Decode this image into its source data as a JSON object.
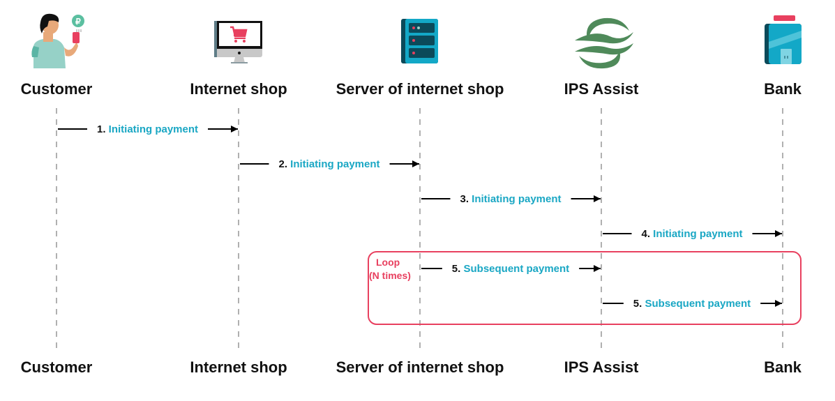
{
  "colors": {
    "lifeline": "#b0b0b0",
    "arrow": "#000000",
    "message_text": "#1aa7c4",
    "loop": "#e8405f",
    "label": "#111111"
  },
  "actors": [
    {
      "id": "customer",
      "label": "Customer",
      "icon": "customer-icon"
    },
    {
      "id": "internet-shop",
      "label": "Internet shop",
      "icon": "computer-cart-icon"
    },
    {
      "id": "server",
      "label": "Server of internet shop",
      "icon": "server-icon"
    },
    {
      "id": "ips-assist",
      "label": "IPS Assist",
      "icon": "ips-assist-logo-icon"
    },
    {
      "id": "bank",
      "label": "Bank",
      "icon": "bank-building-icon"
    }
  ],
  "messages": [
    {
      "num": "1.",
      "text": "Initiating payment",
      "from": 0,
      "to": 1
    },
    {
      "num": "2.",
      "text": "Initiating payment",
      "from": 1,
      "to": 2
    },
    {
      "num": "3.",
      "text": "Initiating payment",
      "from": 2,
      "to": 3
    },
    {
      "num": "4.",
      "text": "Initiating payment",
      "from": 3,
      "to": 4
    },
    {
      "num": "5.",
      "text": "Subsequent payment",
      "from": 2,
      "to": 3
    },
    {
      "num": "5.",
      "text": "Subsequent payment",
      "from": 3,
      "to": 4
    }
  ],
  "loop": {
    "title": "Loop",
    "subtitle": "(N times)"
  }
}
